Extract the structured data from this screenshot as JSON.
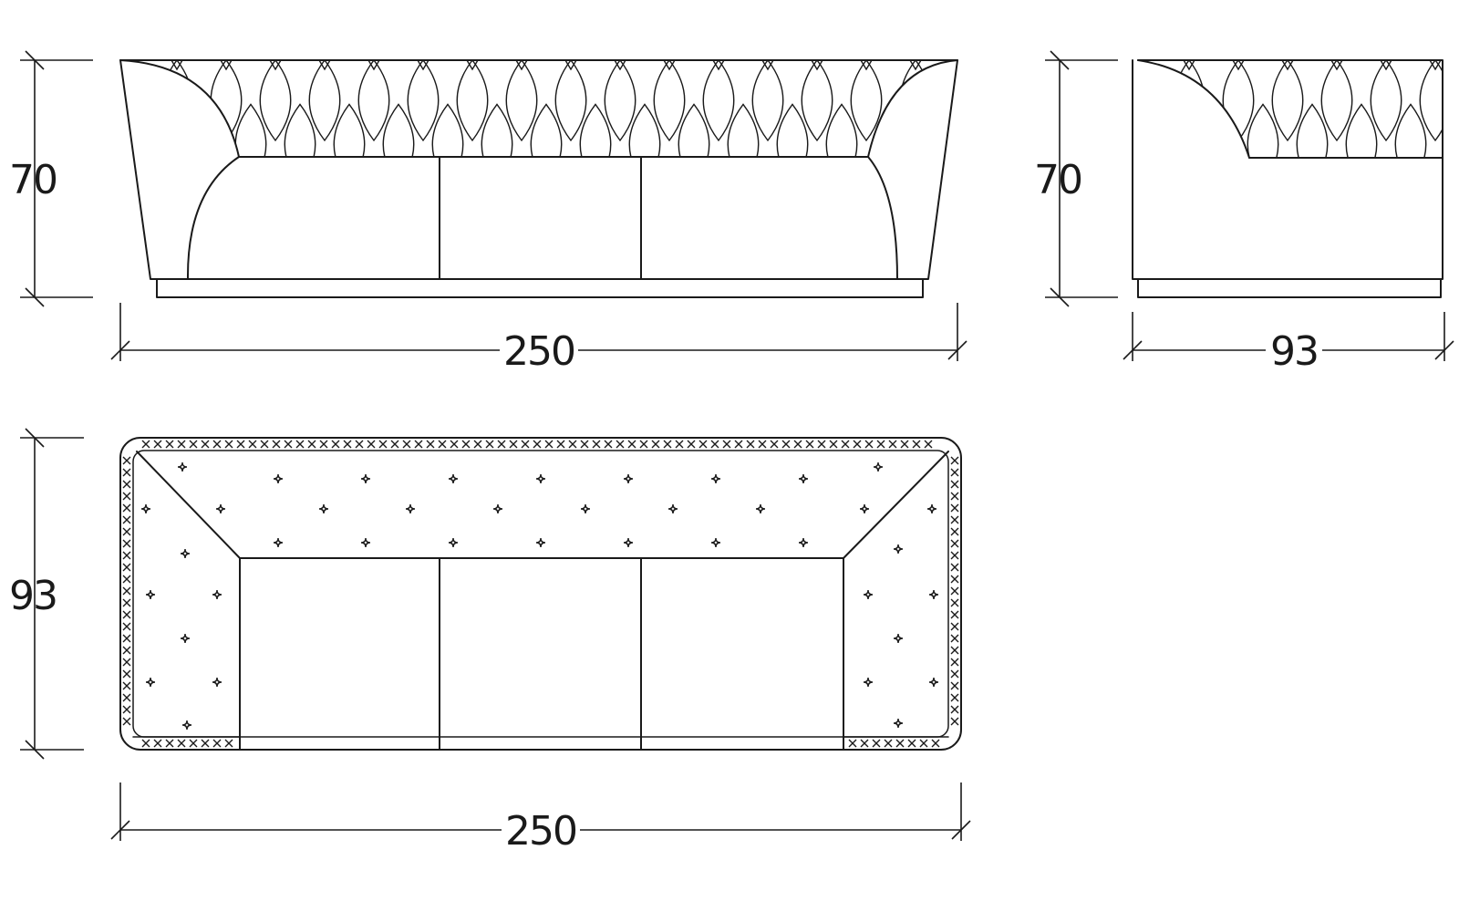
{
  "front_view": {
    "height_label": "70",
    "width_label": "250"
  },
  "side_view": {
    "height_label": "70",
    "depth_label": "93"
  },
  "top_view": {
    "depth_label": "93",
    "width_label": "250"
  },
  "colors": {
    "line": "#1a1a1a",
    "background": "#ffffff"
  }
}
